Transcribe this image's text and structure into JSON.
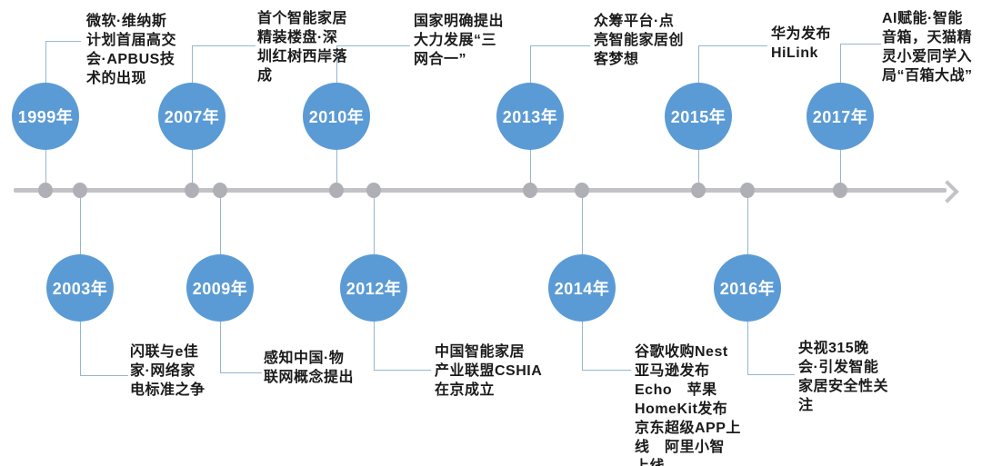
{
  "diagram": {
    "type": "timeline",
    "axis_direction": "left-to-right",
    "colors": {
      "year_circle_fill": "#5b9bd5",
      "year_text": "#ffffff",
      "axis_gray": "#c2c2c7",
      "dot_gray": "#afafb6",
      "connector_blue": "#96b6cb",
      "annotation_text": "#1b1b1b"
    }
  },
  "timeline": {
    "items": [
      {
        "year": "1999年",
        "side": "top",
        "description": "微软·维纳斯\n计划首届高交\n会·APBUS技\n术的出现"
      },
      {
        "year": "2003年",
        "side": "bottom",
        "description": "闪联与e佳\n家·网络家\n电标准之争"
      },
      {
        "year": "2007年",
        "side": "top",
        "description": "首个智能家居\n精装楼盘·深\n圳红树西岸落\n成"
      },
      {
        "year": "2009年",
        "side": "bottom",
        "description": "感知中国·物\n联网概念提出"
      },
      {
        "year": "2010年",
        "side": "top",
        "description": "国家明确提出\n大力发展“三\n网合一”"
      },
      {
        "year": "2012年",
        "side": "bottom",
        "description": "中国智能家居\n产业联盟CSHIA\n在京成立"
      },
      {
        "year": "2013年",
        "side": "top",
        "description": "众筹平台·点\n亮智能家居创\n客梦想"
      },
      {
        "year": "2014年",
        "side": "bottom",
        "description": "谷歌收购Nest\n亚马逊发布\nEcho　苹果\nHomeKit发布\n京东超级APP上\n线　阿里小智\n上线"
      },
      {
        "year": "2015年",
        "side": "top",
        "description": "华为发布\nHiLink"
      },
      {
        "year": "2016年",
        "side": "bottom",
        "description": "央视315晚\n会·引发智能\n家居安全性关\n注"
      },
      {
        "year": "2017年",
        "side": "top",
        "description": "AI赋能·智能\n音箱，天猫精\n灵小爱同学入\n局“百箱大战”"
      }
    ]
  }
}
